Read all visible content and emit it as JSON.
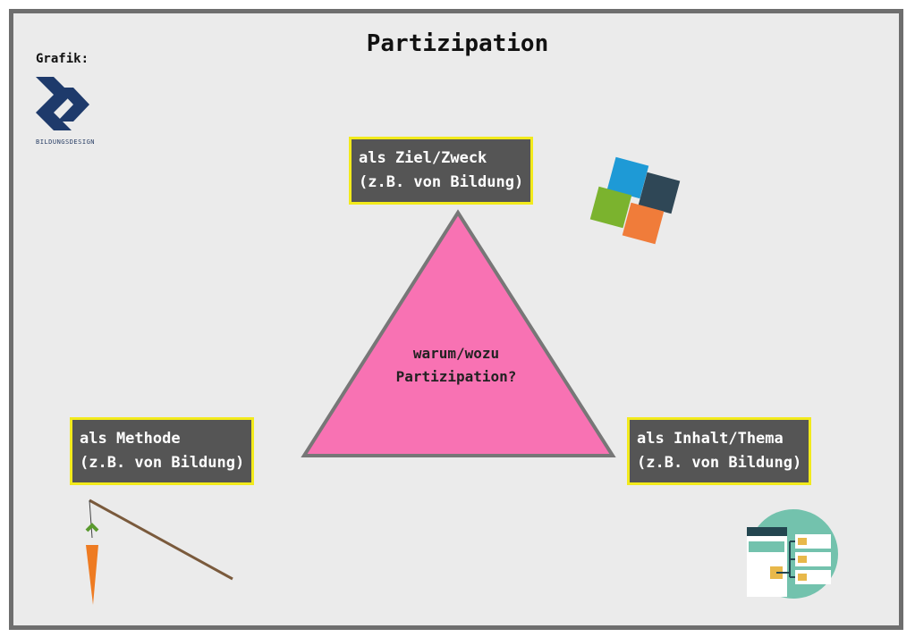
{
  "title": "Partizipation",
  "credit": {
    "label": "Grafik:",
    "logo_text": "BILDUNGSDESIGN"
  },
  "center": {
    "line1": "warum/wozu",
    "line2": "Partizipation?"
  },
  "boxes": [
    {
      "line1": "als Ziel/Zweck",
      "line2": "(z.B. von Bildung)"
    },
    {
      "line1": "als Methode",
      "line2": "(z.B. von Bildung)"
    },
    {
      "line1": "als Inhalt/Thema",
      "line2": "(z.B. von Bildung)"
    }
  ],
  "colors": {
    "triangle": "#f872b3",
    "box": "#555555",
    "box_border": "#f2ea1c"
  }
}
